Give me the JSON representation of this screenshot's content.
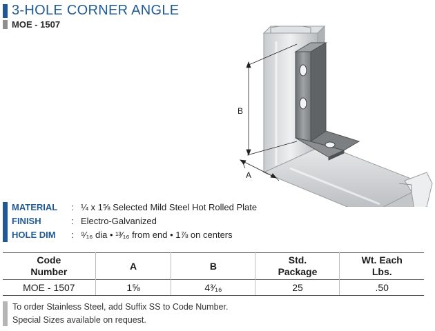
{
  "header": {
    "title": "3-HOLE CORNER ANGLE",
    "part_number": "MOE - 1507",
    "accent_color": "#1f5a96"
  },
  "figure": {
    "dim_a_label": "A",
    "dim_b_label": "B"
  },
  "specs": [
    {
      "label": "MATERIAL",
      "value": "¼ x 1⅝ Selected Mild Steel Hot Rolled Plate"
    },
    {
      "label": "FINISH",
      "value": "Electro-Galvanized"
    },
    {
      "label": "HOLE DIM",
      "value": "⁹⁄₁₆ dia  •  ¹³⁄₁₆ from end  •  1⅞  on centers"
    }
  ],
  "table": {
    "headers": [
      "Code\nNumber",
      "A",
      "B",
      "Std.\nPackage",
      "Wt. Each\nLbs."
    ],
    "rows": [
      [
        "MOE - 1507",
        "1⅝",
        "4³⁄₁₆",
        "25",
        ".50"
      ]
    ]
  },
  "notes": [
    "To order Stainless Steel, add Suffix SS to Code Number.",
    "Special Sizes available on request."
  ]
}
